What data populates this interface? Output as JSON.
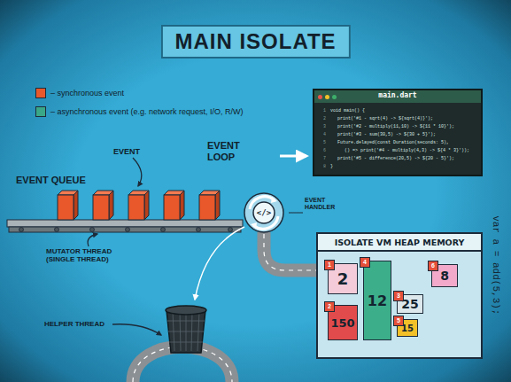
{
  "diagram": {
    "title": "MAIN ISOLATE",
    "nodes": [
      {
        "text": [
          "</>"
        ]
      },
      {
        "text": [
          "main.dart",
          "1",
          "void main() {",
          "2",
          "print('#1 - sqrt(4) -> ${sqrt(4)}');",
          "3",
          "print('#2 - multiply(11,10) -> ${11 * 10}');",
          "4",
          "print('#3 - sum(30,5) -> ${30 + 5}');",
          "5",
          "Future.delayed(const Duration(seconds: 5),",
          "6",
          "() => print('#4 - multiply(4,3) -> ${4 * 3}'));",
          "7",
          "print('#5 - difference(20,5) -> ${20 - 5}');",
          "8",
          "}"
        ]
      },
      {
        "text": [
          "ISOLATE VM HEAP MEMORY"
        ]
      },
      {
        "text": [
          "1",
          "2"
        ],
        "in": 2
      },
      {
        "text": [
          "2",
          "150"
        ],
        "in": 2
      },
      {
        "text": [
          "4",
          "12"
        ],
        "in": 2
      },
      {
        "text": [
          "3",
          "25"
        ],
        "in": 2
      },
      {
        "text": [
          "5",
          "15"
        ],
        "in": 2
      },
      {
        "text": [
          "6",
          "8"
        ],
        "in": 2
      }
    ],
    "labels": [
      "EVENT QUEUE",
      "EVENT",
      "EVENT LOOP",
      "EVENT HANDLER",
      "MUTATOR THREAD (SINGLE THREAD)",
      "HELPER THREAD",
      "var a = add(5,3);"
    ],
    "legend": [
      {
        "text": "– synchronous event",
        "color": "#e8582a"
      },
      {
        "text": "– asynchronous event (e.g. network request, I/O, R/W)",
        "color": "#3aa886"
      }
    ]
  }
}
